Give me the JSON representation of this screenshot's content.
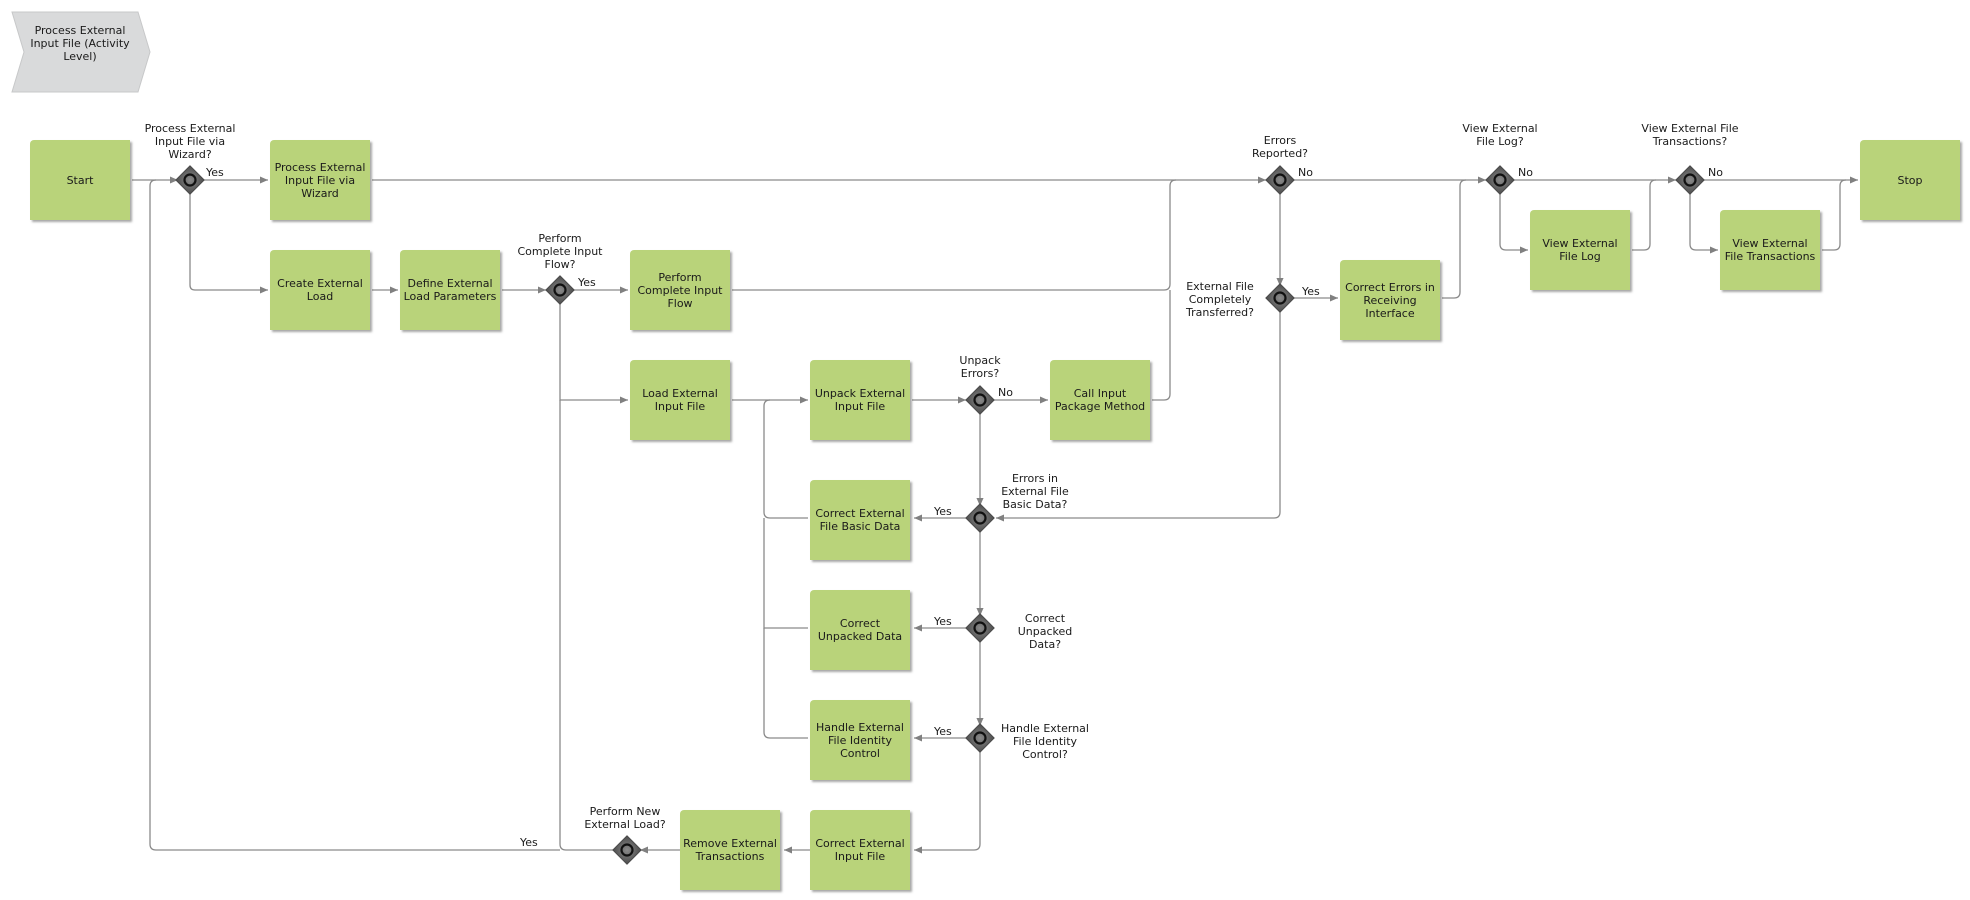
{
  "title": "Process External Input File (Activity Level)",
  "colors": {
    "activity": "#b9d37a",
    "connector": "#8a8a8a",
    "gateway": "#666666",
    "header": "#d9dadb"
  },
  "activities": {
    "start": "Start",
    "process_wizard": "Process External Input File via Wizard",
    "create_load": "Create External Load",
    "define_params": "Define External Load Parameters",
    "perform_flow": "Perform Complete Input Flow",
    "load_file": "Load External Input File",
    "unpack_file": "Unpack External Input File",
    "call_input": "Call Input Package Method",
    "correct_basic": "Correct External File Basic Data",
    "correct_unpacked": "Correct Unpacked Data",
    "handle_identity": "Handle External File Identity Control",
    "correct_input": "Correct External Input File",
    "remove_trans": "Remove External Transactions",
    "correct_errors": "Correct Errors in Receiving Interface",
    "view_log": "View External File Log",
    "view_trans": "View External File Transactions",
    "stop": "Stop"
  },
  "gateways": {
    "g_wizard": "Process External Input File via Wizard?",
    "g_flow": "Perform Complete Input Flow?",
    "g_unpack_errors": "Unpack Errors?",
    "g_basic": "Errors in External File Basic Data?",
    "g_correct_unpacked": "Correct Unpacked Data?",
    "g_identity": "Handle External File Identity Control?",
    "g_new_load": "Perform New External Load?",
    "g_errors_reported": "Errors Reported?",
    "g_transferred": "External File Completely Transferred?",
    "g_view_log": "View External File Log?",
    "g_view_trans": "View External File Transactions?"
  },
  "edge_labels": {
    "yes": "Yes",
    "no": "No"
  }
}
